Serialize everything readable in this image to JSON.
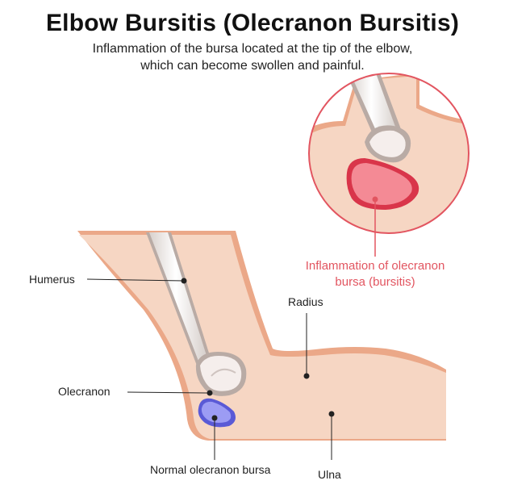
{
  "title": "Elbow Bursitis (Olecranon Bursitis)",
  "subtitle_line1": "Inflammation of the bursa located at the tip of the elbow,",
  "subtitle_line2": "which can become swollen and painful.",
  "labels": {
    "humerus": "Humerus",
    "radius": "Radius",
    "olecranon": "Olecranon",
    "normal_bursa": "Normal olecranon bursa",
    "ulna": "Ulna",
    "inflamed_line1": "Inflammation of olecranon",
    "inflamed_line2": "bursa (bursitis)"
  },
  "colors": {
    "skin": "#f6d6c3",
    "skin_outline": "#e9a987",
    "bone": "#f0e6e2",
    "normal_bursa": "#8f8ff0",
    "inflamed_bursa": "#f06a78",
    "callout_red": "#e25560"
  }
}
